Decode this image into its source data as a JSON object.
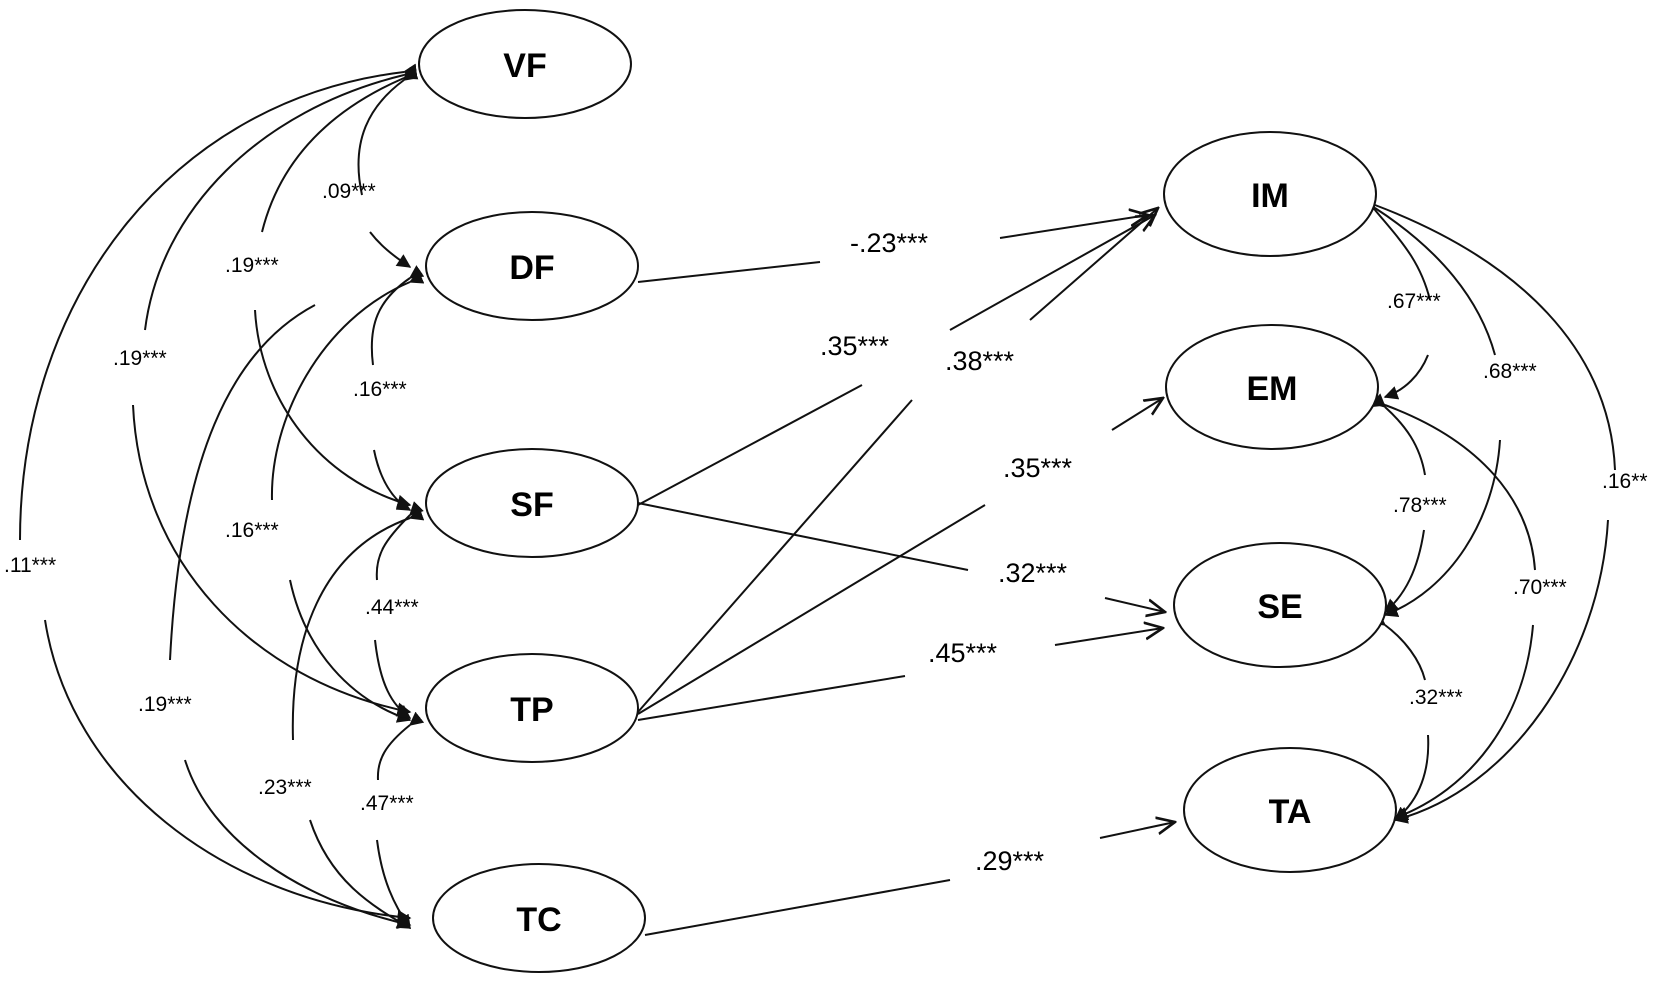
{
  "nodes": {
    "vf": "VF",
    "df": "DF",
    "sf": "SF",
    "tp": "TP",
    "tc": "TC",
    "im": "IM",
    "em": "EM",
    "se": "SE",
    "ta": "TA"
  },
  "coefficients": {
    "vf_df": ".09***",
    "vf_sf": ".19***",
    "vf_tp": ".19***",
    "vf_tc": ".11***",
    "df_sf": ".16***",
    "df_tp": ".16***",
    "df_tc": ".19***",
    "sf_tp": ".44***",
    "sf_tc": ".23***",
    "tp_tc": ".47***",
    "df_im": "-.23***",
    "sf_im": ".35***",
    "tp_im": ".38***",
    "tp_em": ".35***",
    "sf_se": ".32***",
    "tp_se": ".45***",
    "tc_ta": ".29***",
    "im_em": ".67***",
    "im_se": ".68***",
    "im_ta": ".16**",
    "em_se": ".78***",
    "em_ta": ".70***",
    "se_ta": ".32***"
  }
}
